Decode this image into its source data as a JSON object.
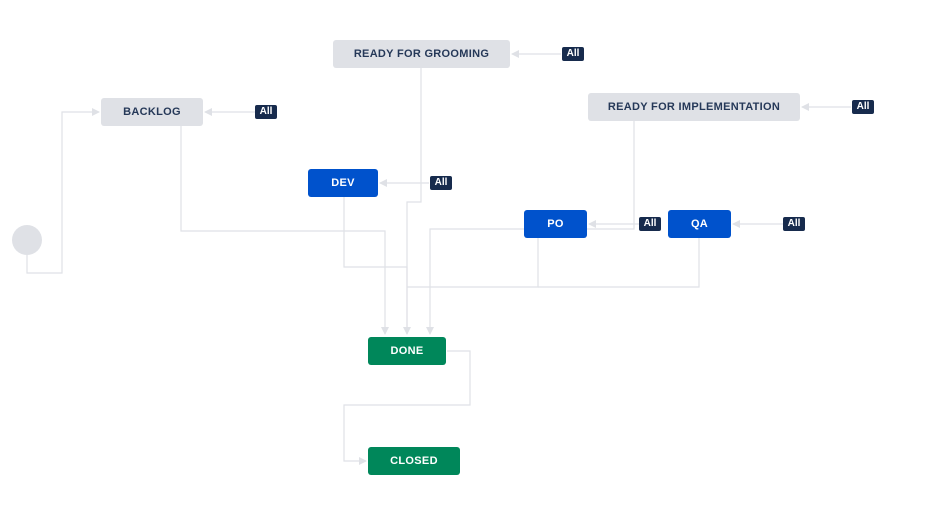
{
  "workflow": {
    "statuses": {
      "ready_for_grooming": "READY FOR GROOMING",
      "backlog": "BACKLOG",
      "ready_for_implementation": "READY FOR IMPLEMENTATION",
      "dev": "DEV",
      "po": "PO",
      "qa": "QA",
      "done": "DONE",
      "closed": "CLOSED"
    },
    "global_transition_label": "All"
  },
  "colors": {
    "todo_status": "#dfe1e6",
    "in_progress_status": "#0052cc",
    "done_status": "#00875a",
    "transition_line": "#dfe1e6",
    "badge": "#172b4d"
  }
}
